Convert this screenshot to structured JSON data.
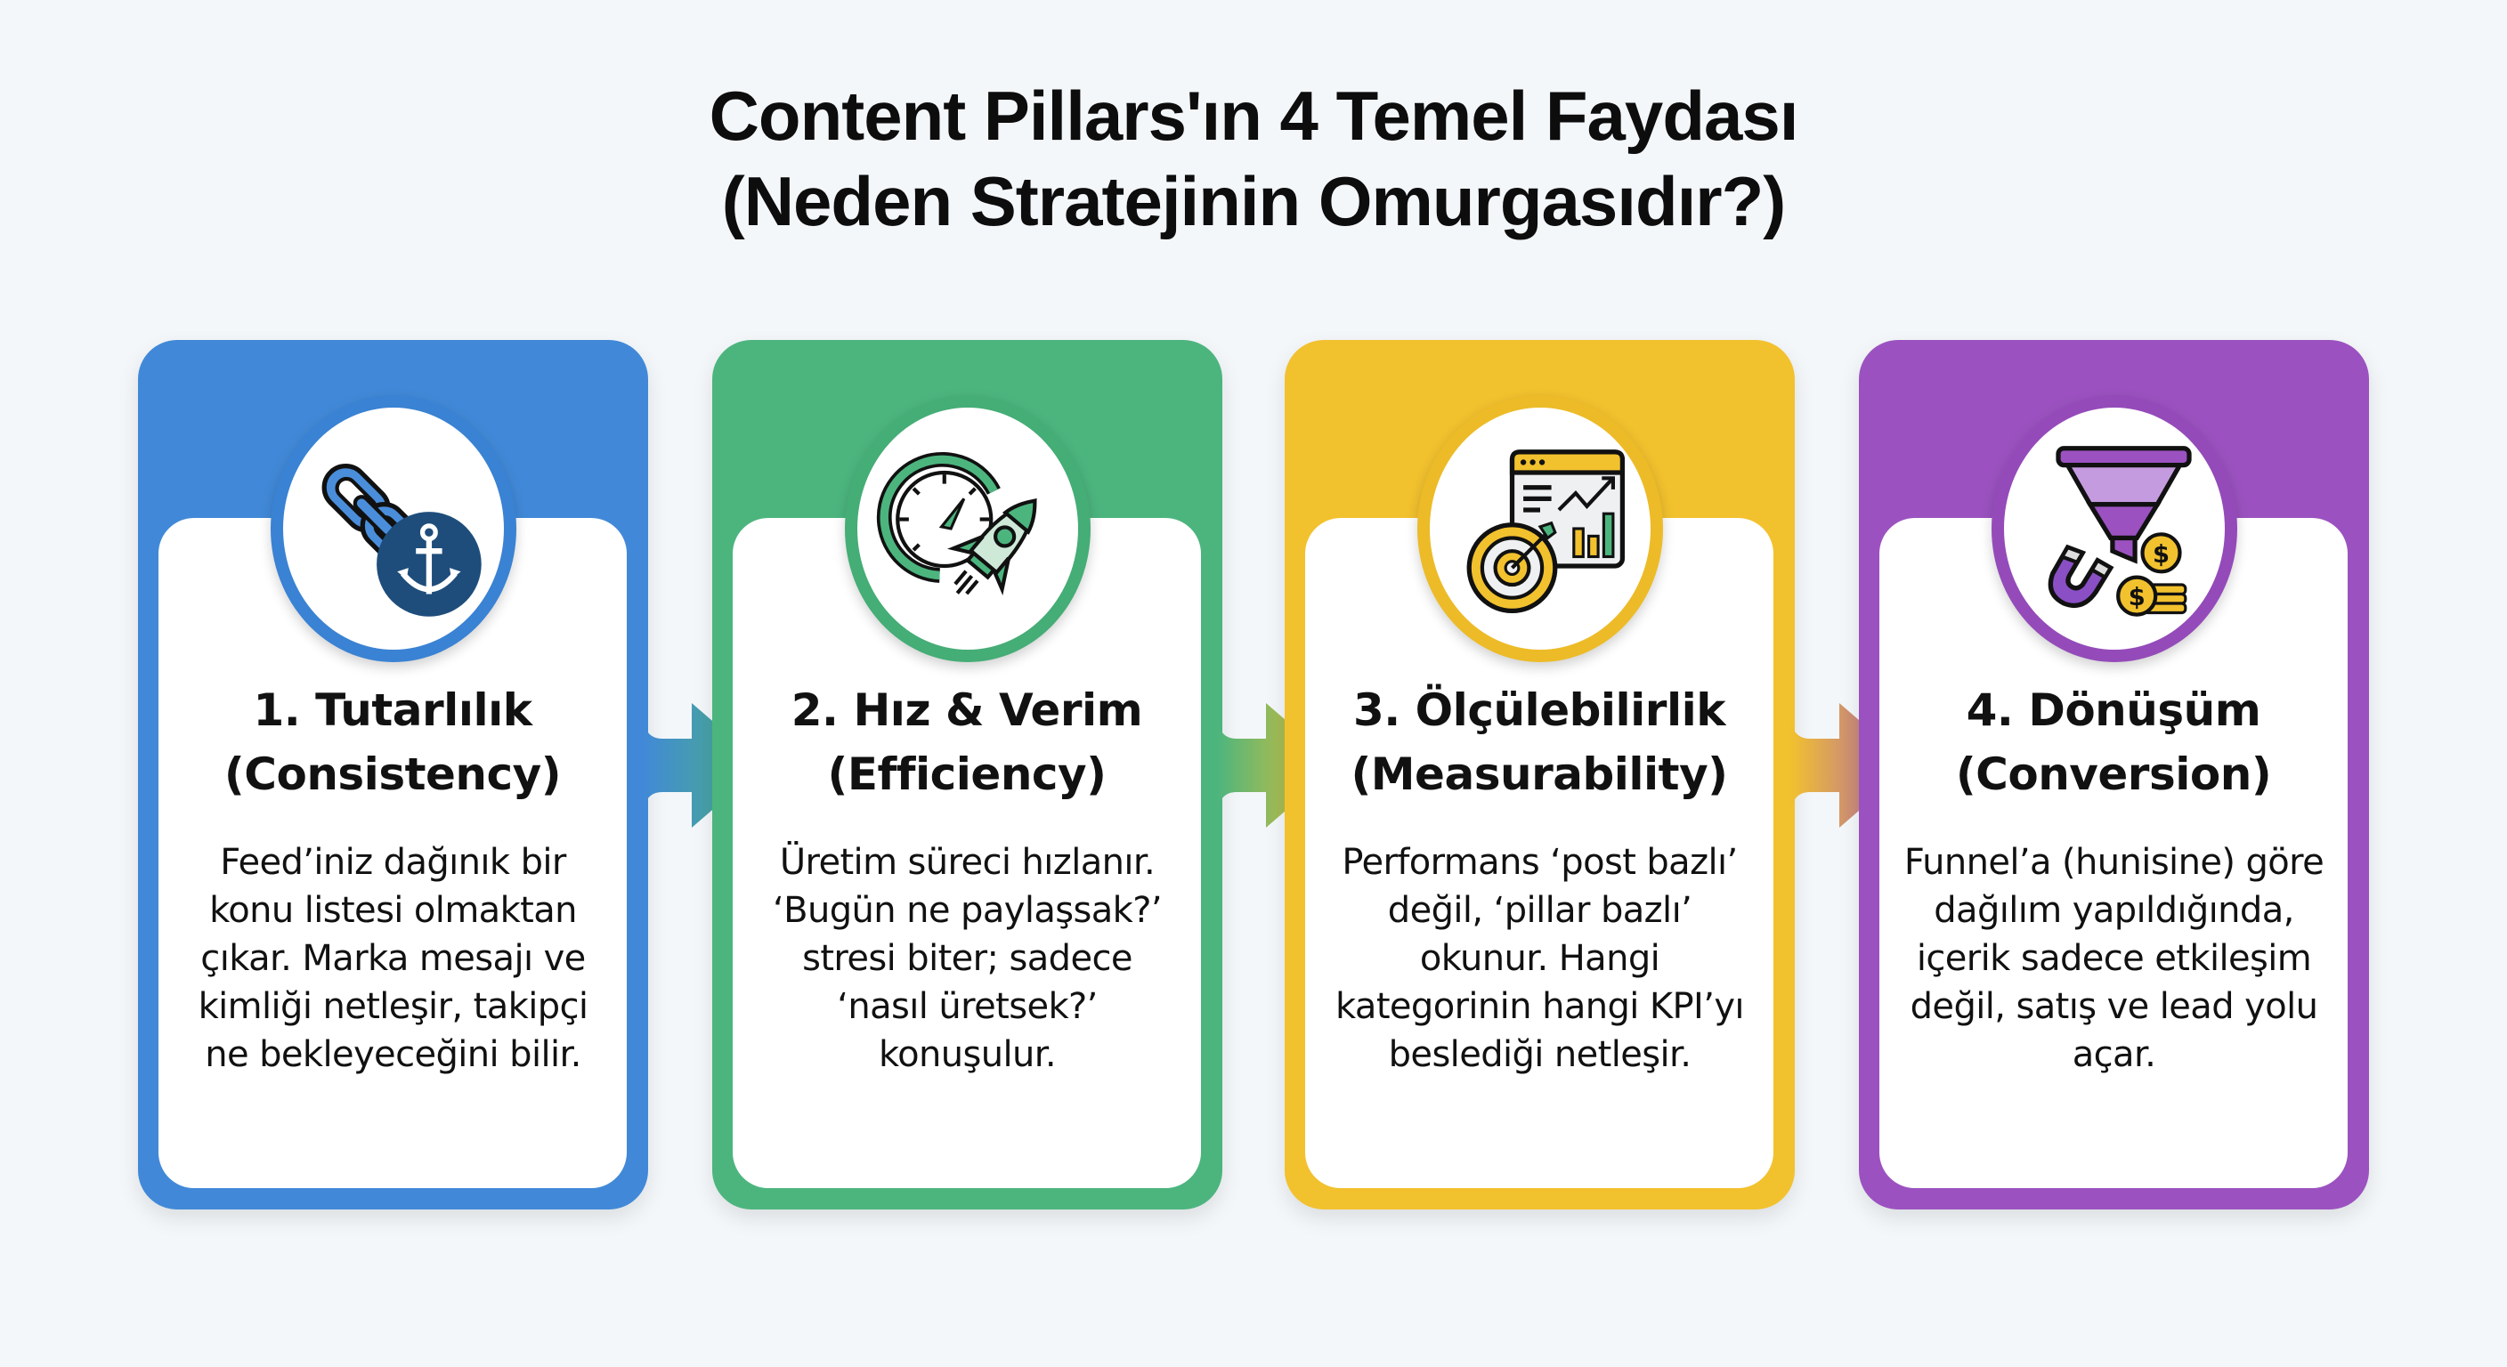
{
  "title": {
    "line1": "Content Pillars'ın 4 Temel Faydası",
    "line2": "(Neden Stratejinin Omurgasıdır?)"
  },
  "colors": {
    "background": "#f4f7fa",
    "blue": "#4189d8",
    "green": "#4cb57e",
    "yellow": "#f2c12e",
    "purple": "#9b52c0",
    "navy": "#1e4d7b"
  },
  "cards": [
    {
      "icon": "chain-link-anchor-icon",
      "heading_line1": "1. Tutarlılık",
      "heading_line2": "(Consistency)",
      "body": "Feed’iniz dağınık bir konu listesi olmaktan çıkar. Marka mesajı ve kimliği netleşir, takipçi ne bekleyeceğini bilir."
    },
    {
      "icon": "stopwatch-rocket-icon",
      "heading_line1": "2. Hız & Verim",
      "heading_line2": "(Efficiency)",
      "body": "Üretim süreci hızlanır. ‘Bugün ne paylaşsak?’ stresi biter; sadece ‘nasıl üretsek?’ konuşulur."
    },
    {
      "icon": "analytics-dashboard-target-icon",
      "heading_line1": "3. Ölçülebilirlik",
      "heading_line2": "(Measurability)",
      "body": "Performans ‘post bazlı’ değil, ‘pillar bazlı’ okunur. Hangi kategorinin hangi KPI’yı beslediği netleşir."
    },
    {
      "icon": "funnel-magnet-coins-icon",
      "heading_line1": "4. Dönüşüm",
      "heading_line2": "(Conversion)",
      "body": "Funnel’a (hunisine) göre dağılım yapıldığında, içerik sadece etkileşim değil, satış ve lead yolu açar."
    }
  ],
  "connectors": [
    {
      "from": "blue",
      "to": "green",
      "icon": "arrow-right-icon"
    },
    {
      "from": "green",
      "to": "yellow",
      "icon": "arrow-right-icon"
    },
    {
      "from": "yellow",
      "to": "purple",
      "icon": "arrow-right-icon"
    }
  ]
}
